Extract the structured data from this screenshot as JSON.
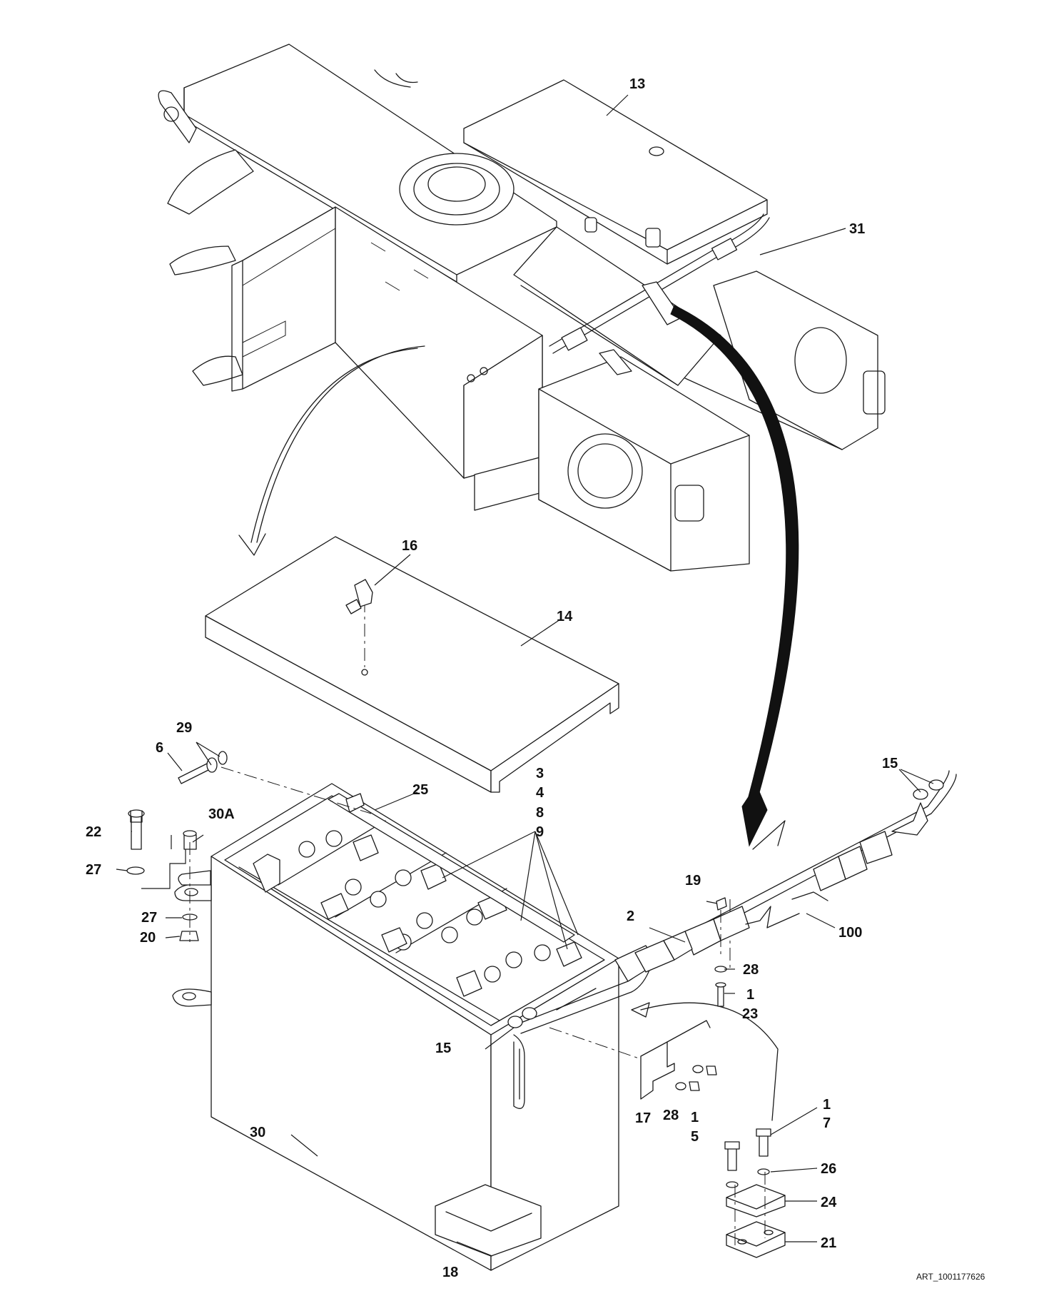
{
  "art_id": "ART_1001177626",
  "callouts": [
    "13",
    "31",
    "16",
    "14",
    "29",
    "6",
    "3",
    "4",
    "8",
    "9",
    "25",
    "22",
    "30A",
    "27",
    "27",
    "20",
    "15",
    "19",
    "2",
    "100",
    "28",
    "1",
    "23",
    "15",
    "17",
    "28",
    "1",
    "5",
    "1",
    "7",
    "26",
    "24",
    "21",
    "30",
    "18"
  ]
}
